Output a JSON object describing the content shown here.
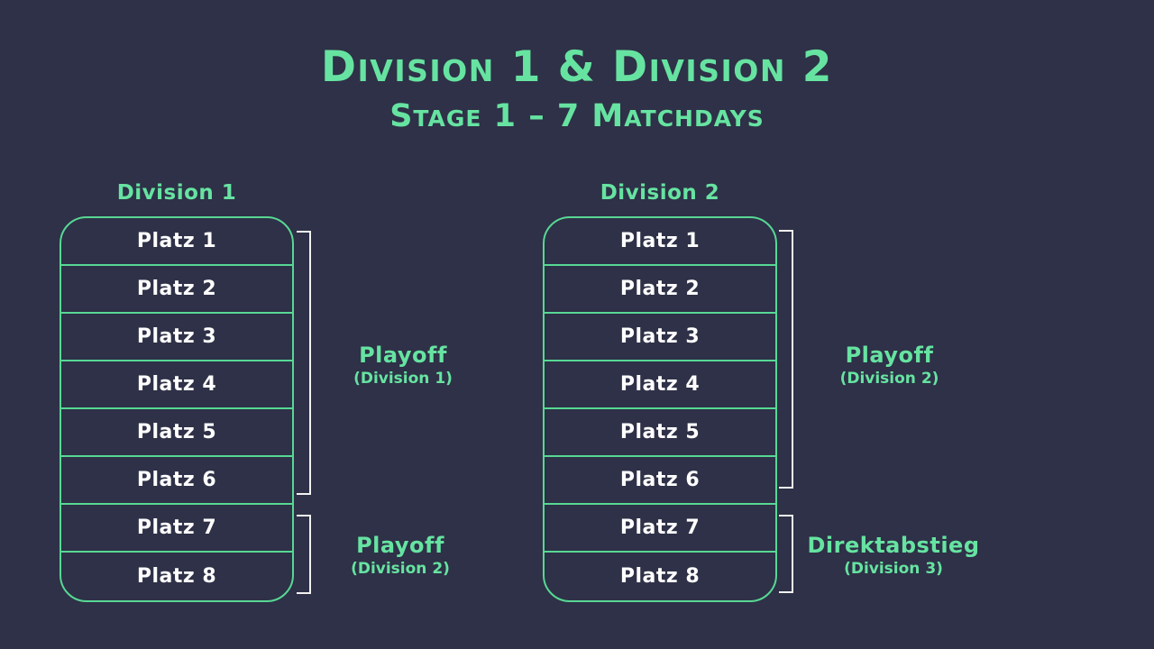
{
  "colors": {
    "background": "#2e3147",
    "accent_green": "#66e3a1",
    "border_green": "#57d894",
    "bracket_white": "#f2f2f2",
    "row_text": "#ffffff"
  },
  "title": {
    "line1": "Division 1 & Division 2",
    "line2": "Stage 1 – 7 Matchdays"
  },
  "divisions": [
    {
      "name": "Division 1",
      "rows": [
        "Platz 1",
        "Platz 2",
        "Platz 3",
        "Platz 4",
        "Platz 5",
        "Platz 6",
        "Platz 7",
        "Platz 8"
      ],
      "brackets": [
        {
          "covers_rows": "Platz 1–6",
          "label": "Playoff",
          "sublabel": "(Division 1)"
        },
        {
          "covers_rows": "Platz 7–8",
          "label": "Playoff",
          "sublabel": "(Division 2)"
        }
      ]
    },
    {
      "name": "Division 2",
      "rows": [
        "Platz 1",
        "Platz 2",
        "Platz 3",
        "Platz 4",
        "Platz 5",
        "Platz 6",
        "Platz 7",
        "Platz 8"
      ],
      "brackets": [
        {
          "covers_rows": "Platz 1–6",
          "label": "Playoff",
          "sublabel": "(Division 2)"
        },
        {
          "covers_rows": "Platz 7–8",
          "label": "Direktabstieg",
          "sublabel": "(Division 3)"
        }
      ]
    }
  ]
}
